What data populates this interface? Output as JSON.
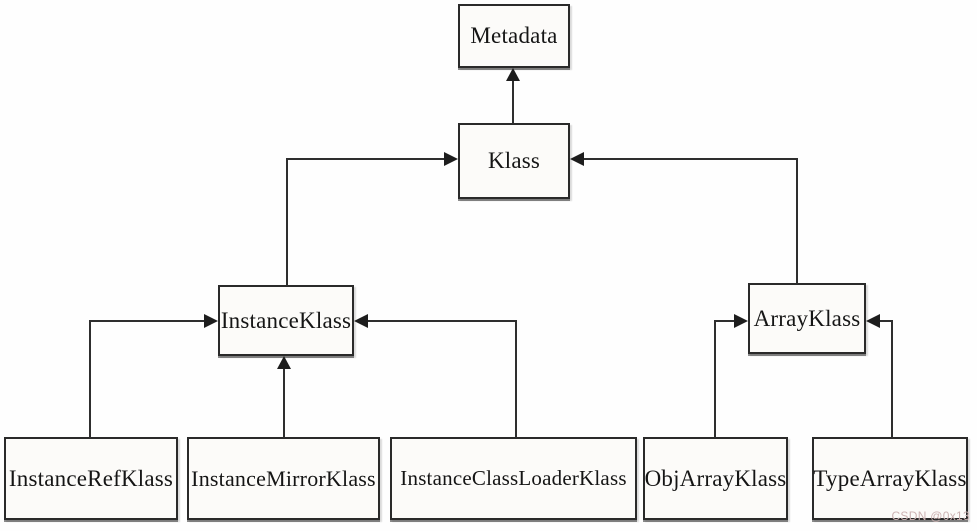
{
  "diagram": {
    "nodes": {
      "metadata": "Metadata",
      "klass": "Klass",
      "instance_klass": "InstanceKlass",
      "array_klass": "ArrayKlass",
      "instance_ref_klass": "InstanceRefKlass",
      "instance_mirror_klass": "InstanceMirrorKlass",
      "instance_class_loader_klass": "InstanceClassLoaderKlass",
      "obj_array_klass": "ObjArrayKlass",
      "type_array_klass": "TypeArrayKlass"
    },
    "edges": [
      {
        "from": "Klass",
        "to": "Metadata"
      },
      {
        "from": "InstanceKlass",
        "to": "Klass"
      },
      {
        "from": "ArrayKlass",
        "to": "Klass"
      },
      {
        "from": "InstanceRefKlass",
        "to": "InstanceKlass"
      },
      {
        "from": "InstanceMirrorKlass",
        "to": "InstanceKlass"
      },
      {
        "from": "InstanceClassLoaderKlass",
        "to": "InstanceKlass"
      },
      {
        "from": "ObjArrayKlass",
        "to": "ArrayKlass"
      },
      {
        "from": "TypeArrayKlass",
        "to": "ArrayKlass"
      }
    ],
    "watermark": "CSDN @0x13",
    "colors": {
      "box_border": "#2a2a2a",
      "box_fill": "#fcfbf9",
      "line": "#2e2e2e",
      "text": "#151515",
      "watermark": "#ccb2b2"
    }
  }
}
